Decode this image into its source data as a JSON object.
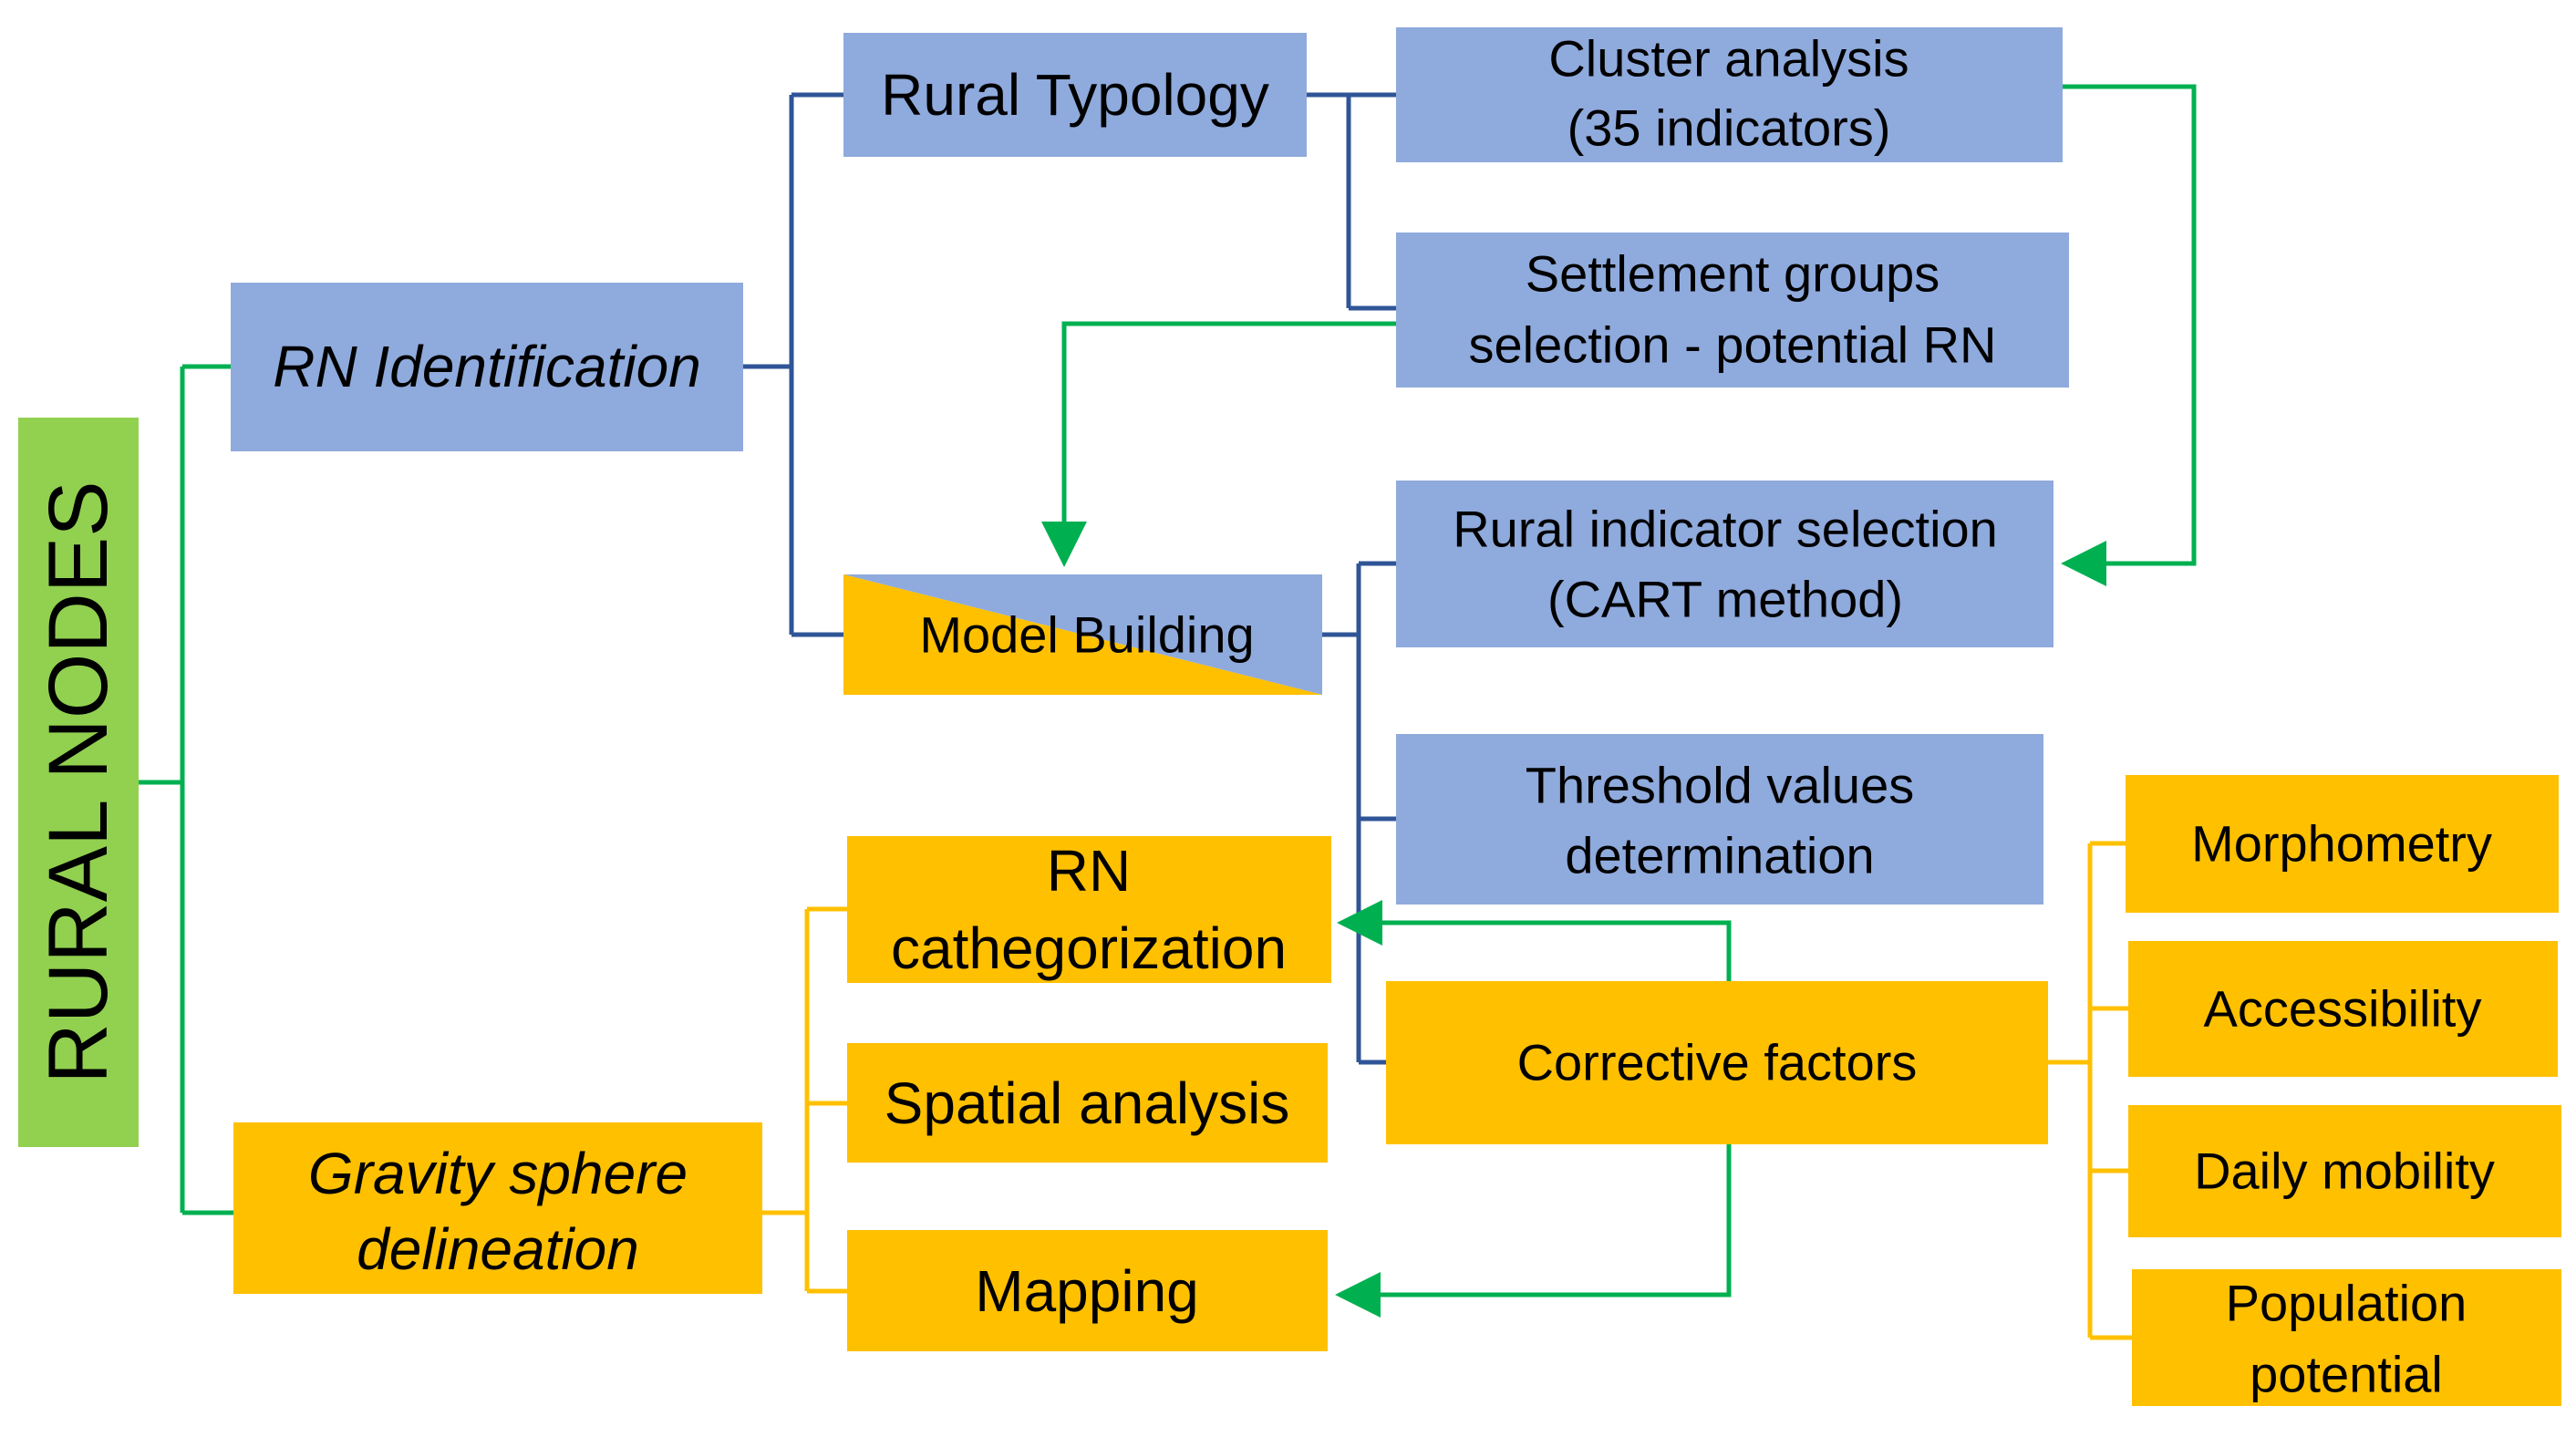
{
  "colors": {
    "green": "#92D050",
    "blue": "#8FAADC",
    "orange": "#FFC000",
    "connector_blue": "#2F5597",
    "connector_green": "#00B050",
    "connector_orange": "#FFC000",
    "text": "#000000"
  },
  "root": {
    "label": "RURAL NODES"
  },
  "nodes": {
    "rn_identification": {
      "lines": [
        "RN Identification"
      ]
    },
    "rural_typology": {
      "lines": [
        "Rural Typology"
      ]
    },
    "cluster_analysis": {
      "lines": [
        "Cluster analysis",
        "(35 indicators)"
      ]
    },
    "settlement_groups": {
      "lines": [
        "Settlement groups",
        "selection - potential RN"
      ]
    },
    "model_building": {
      "lines": [
        "Model Building"
      ]
    },
    "rural_indicator": {
      "lines": [
        "Rural indicator selection",
        "(CART method)"
      ]
    },
    "threshold_values": {
      "lines": [
        "Threshold values",
        "determination"
      ]
    },
    "gravity_sphere": {
      "lines": [
        "Gravity sphere",
        "delineation"
      ]
    },
    "rn_categorization": {
      "lines": [
        "RN",
        "cathegorization"
      ]
    },
    "spatial_analysis": {
      "lines": [
        "Spatial analysis"
      ]
    },
    "mapping": {
      "lines": [
        "Mapping"
      ]
    },
    "corrective_factors": {
      "lines": [
        "Corrective factors"
      ]
    },
    "morphometry": {
      "lines": [
        "Morphometry"
      ]
    },
    "accessibility": {
      "lines": [
        "Accessibility"
      ]
    },
    "daily_mobility": {
      "lines": [
        "Daily mobility"
      ]
    },
    "population_potential": {
      "lines": [
        "Population",
        "potential"
      ]
    }
  }
}
